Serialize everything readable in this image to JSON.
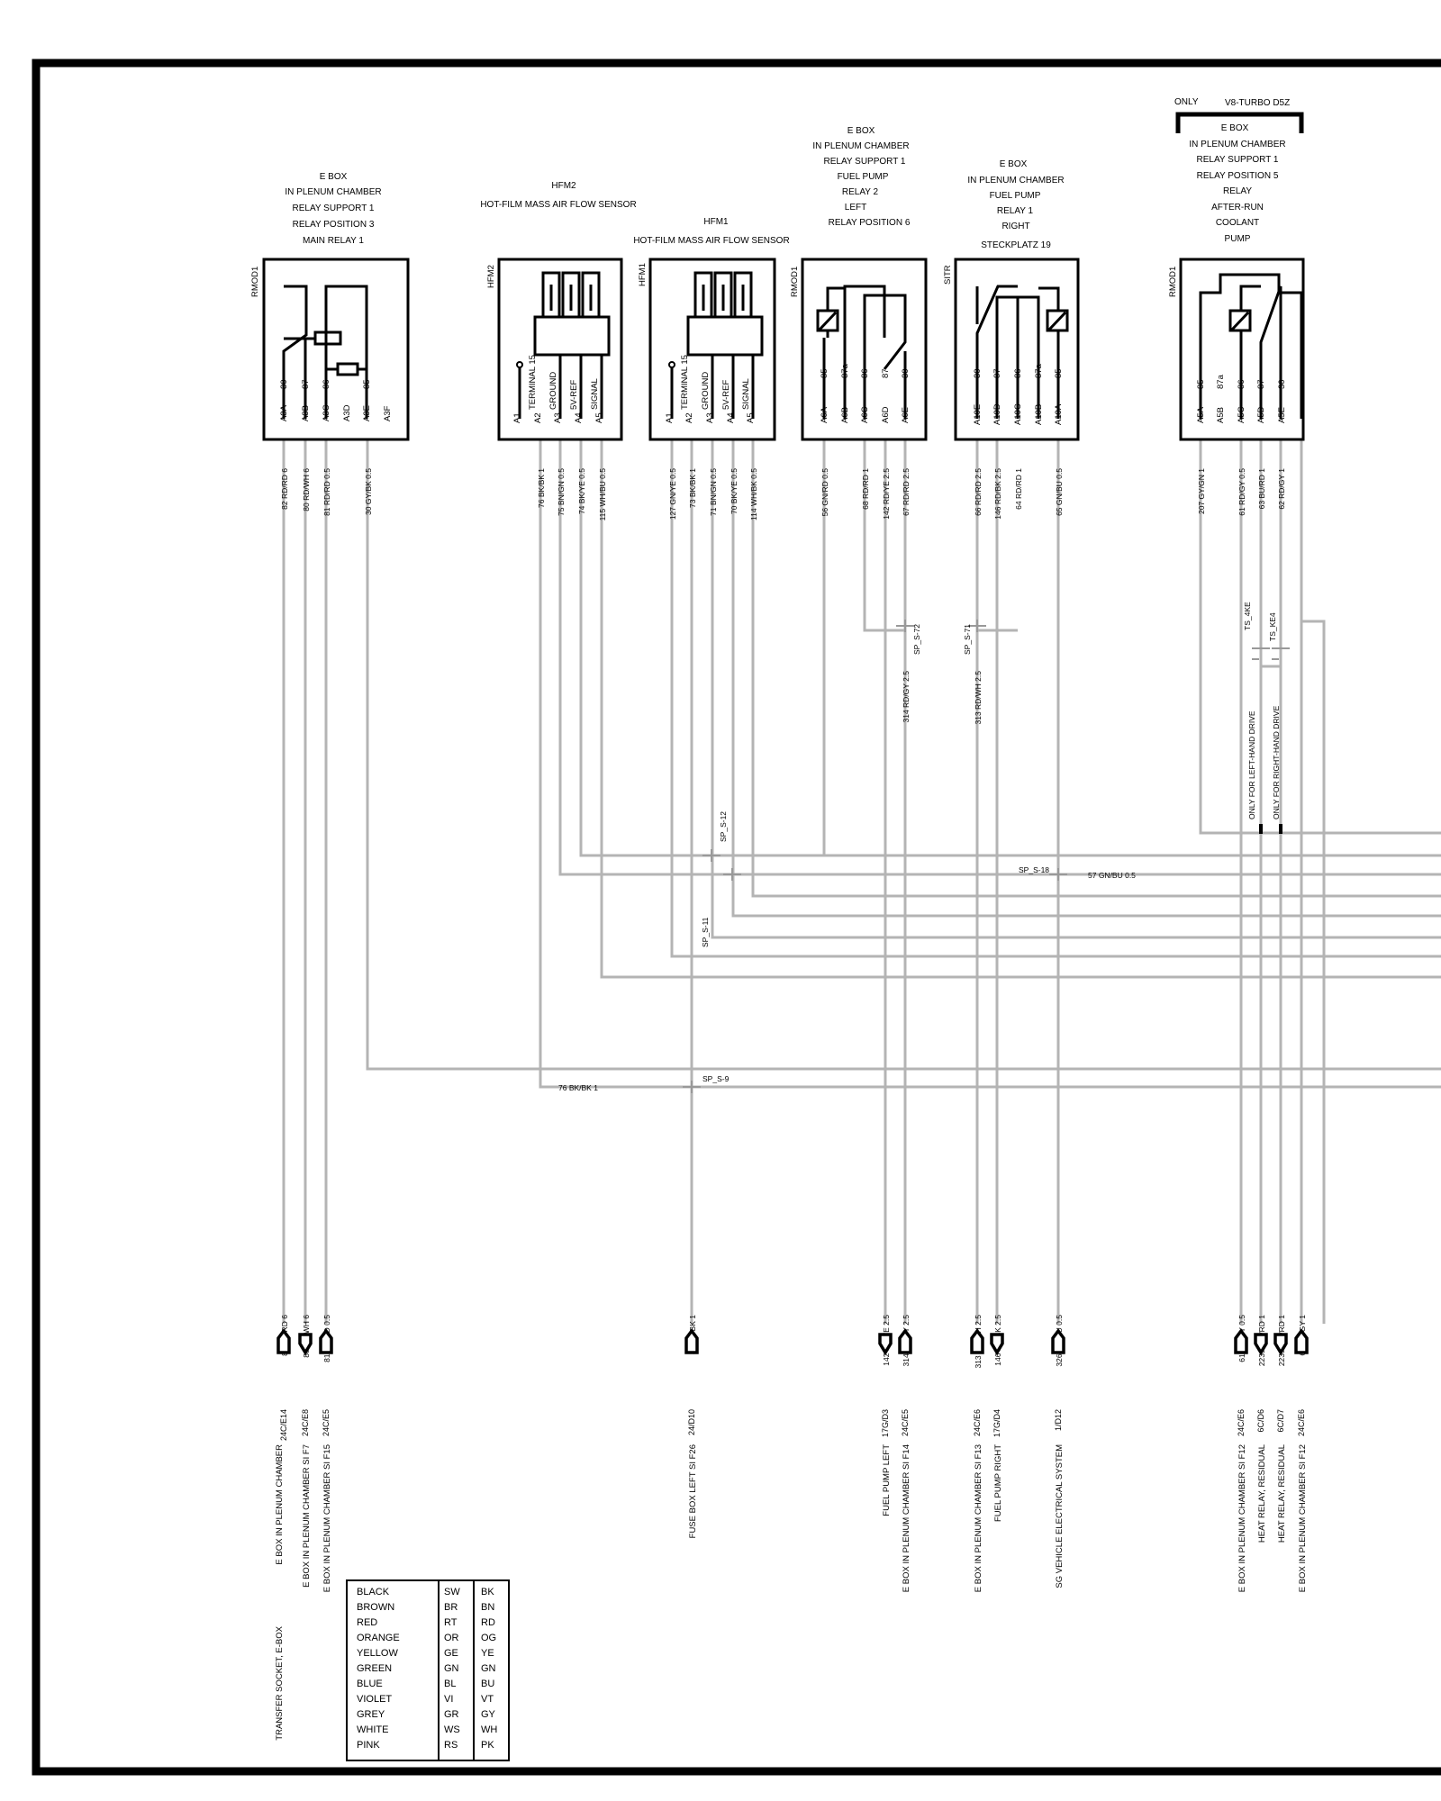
{
  "top_note": {
    "left": "ONLY",
    "right": "V8-TURBO D5Z"
  },
  "modules": [
    {
      "id": "rmod1_a",
      "code": "RMOD1",
      "header": [
        "E BOX",
        "IN PLENUM CHAMBER",
        "RELAY SUPPORT 1",
        "RELAY POSITION 3",
        "MAIN RELAY 1"
      ],
      "pins": [
        [
          "A3A",
          "30"
        ],
        [
          "A3B",
          "87"
        ],
        [
          "A3C",
          "86"
        ],
        [
          "A3D",
          ""
        ],
        [
          "A3E",
          "85"
        ],
        [
          "A3F",
          ""
        ]
      ]
    },
    {
      "id": "hfm2",
      "code": "HFM2",
      "header": [
        "HFM2",
        "HOT-FILM MASS AIR FLOW SENSOR"
      ],
      "pins": [
        [
          "A1",
          ""
        ],
        [
          "A2",
          "TERMINAL 15"
        ],
        [
          "A3",
          "GROUND"
        ],
        [
          "A4",
          "5V-REF"
        ],
        [
          "A5",
          "SIGNAL"
        ]
      ]
    },
    {
      "id": "hfm1",
      "code": "HFM1",
      "header": [
        "HFM1",
        "HOT-FILM MASS AIR FLOW SENSOR"
      ],
      "pins": [
        [
          "A1",
          ""
        ],
        [
          "A2",
          "TERMINAL 15"
        ],
        [
          "A3",
          "GROUND"
        ],
        [
          "A4",
          "5V-REF"
        ],
        [
          "A5",
          "SIGNAL"
        ]
      ]
    },
    {
      "id": "rmod1_b",
      "code": "RMOD1",
      "header": [
        "E BOX",
        "IN PLENUM CHAMBER",
        "RELAY SUPPORT 1",
        "FUEL PUMP",
        "RELAY 2",
        "LEFT",
        "RELAY POSITION 6"
      ],
      "pins": [
        [
          "A6A",
          "85"
        ],
        [
          "A6B",
          "87a"
        ],
        [
          "A6C",
          "86"
        ],
        [
          "A6D",
          "87"
        ],
        [
          "A6E",
          "30"
        ]
      ]
    },
    {
      "id": "sitr",
      "code": "SITR",
      "header": [
        "E BOX",
        "IN PLENUM CHAMBER",
        "FUEL PUMP",
        "RELAY 1",
        "RIGHT",
        "STECKPLATZ 19"
      ],
      "pins": [
        [
          "A19E",
          "30"
        ],
        [
          "A19D",
          "87"
        ],
        [
          "A19C",
          "86"
        ],
        [
          "A19B",
          "87a"
        ],
        [
          "A19A",
          "85"
        ]
      ]
    },
    {
      "id": "rmod1_c",
      "code": "RMOD1",
      "header": [
        "E BOX",
        "IN PLENUM CHAMBER",
        "RELAY SUPPORT 1",
        "RELAY POSITION 5",
        "RELAY",
        "AFTER-RUN",
        "COOLANT",
        "PUMP"
      ],
      "pins": [
        [
          "A5A",
          "85"
        ],
        [
          "A5B",
          "87a"
        ],
        [
          "A5C",
          "86"
        ],
        [
          "A5D",
          "87"
        ],
        [
          "A5E",
          "30"
        ]
      ]
    }
  ],
  "wire_labels": {
    "top": [
      "82 RD/RD 6",
      "80 RD/WH 6",
      "81 RD/RD 0.5",
      "30 GY/BK 0.5",
      "76 BK/BK 1",
      "75 BN/GN 0.5",
      "74 BK/YE 0.5",
      "115 WH/BU 0.5",
      "127 GN/YE 0.5",
      "73 BK/BK 1",
      "71 BN/GN 0.5",
      "70 BK/YE 0.5",
      "114 WH/BK 0.5",
      "56 GN/RD 0.5",
      "68 RD/RD 1",
      "142 RD/YE 2.5",
      "67 RD/RD 2.5",
      "66 RD/RD 2.5",
      "146 RD/BK 2.5",
      "64 RD/RD 1",
      "65 GN/BU 0.5",
      "207 GY/GN 1",
      "61 RD/GY 0.5",
      "63 BU/RD 1",
      "62 RD/GY 1"
    ],
    "mid": [
      "314 RD/GY 2.5",
      "313 RD/WH 2.5",
      "57 GN/BU 0.5",
      "76 BK/BK 1"
    ],
    "bottom": [
      "82 RD/RD 6",
      "80 RD/WH 6",
      "81 RD/RD 0.5",
      "87 BK/BK 1",
      "142 RD/YE 2.5",
      "314 RD/GY 2.5",
      "313 RD/WH 2.5",
      "146 RD/BK 2.5",
      "326 GN/BU 0.5",
      "61 RD/GY 0.5",
      "2239 WH/RD 1",
      "2239 WH/RD 1",
      "62 RD/GY 1"
    ]
  },
  "splices": [
    "SP_S-72",
    "SP_S-71",
    "SP_S-12",
    "SP_S-11",
    "SP_S-18",
    "SP_S-9"
  ],
  "terminals": [
    "TS_4KE",
    "TS_KE4"
  ],
  "drive_notes": [
    "ONLY FOR LEFT-HAND DRIVE",
    "ONLY FOR RIGHT-HAND DRIVE"
  ],
  "connector_refs": [
    "24C/E14",
    "24C/E8",
    "24C/E5",
    "24/D10",
    "17G/D3",
    "24C/E5",
    "24C/E6",
    "17G/D4",
    "1/D12",
    "24C/E6",
    "6C/D6",
    "6C/D7",
    "24C/E6"
  ],
  "destinations": [
    "E BOX IN PLENUM CHAMBER",
    "TRANSFER SOCKET, E-BOX",
    "E BOX IN PLENUM CHAMBER SI F7",
    "E BOX IN PLENUM CHAMBER SI F15",
    "FUSE BOX LEFT SI F26",
    "FUEL PUMP LEFT",
    "E BOX IN PLENUM CHAMBER SI F14",
    "E BOX IN PLENUM CHAMBER SI F13",
    "FUEL PUMP RIGHT",
    "SG VEHICLE ELECTRICAL SYSTEM",
    "E BOX IN PLENUM CHAMBER SI F12",
    "HEAT RELAY, RESIDUAL",
    "HEAT RELAY, RESIDUAL",
    "E BOX IN PLENUM CHAMBER SI F12"
  ],
  "legend": [
    [
      "BLACK",
      "SW",
      "BK"
    ],
    [
      "BROWN",
      "BR",
      "BN"
    ],
    [
      "RED",
      "RT",
      "RD"
    ],
    [
      "ORANGE",
      "OR",
      "OG"
    ],
    [
      "YELLOW",
      "GE",
      "YE"
    ],
    [
      "GREEN",
      "GN",
      "GN"
    ],
    [
      "BLUE",
      "BL",
      "BU"
    ],
    [
      "VIOLET",
      "VI",
      "VT"
    ],
    [
      "GREY",
      "GR",
      "GY"
    ],
    [
      "WHITE",
      "WS",
      "WH"
    ],
    [
      "PINK",
      "RS",
      "PK"
    ]
  ],
  "colors": {
    "wire": "#b4b4b4",
    "frame": "#000000"
  }
}
